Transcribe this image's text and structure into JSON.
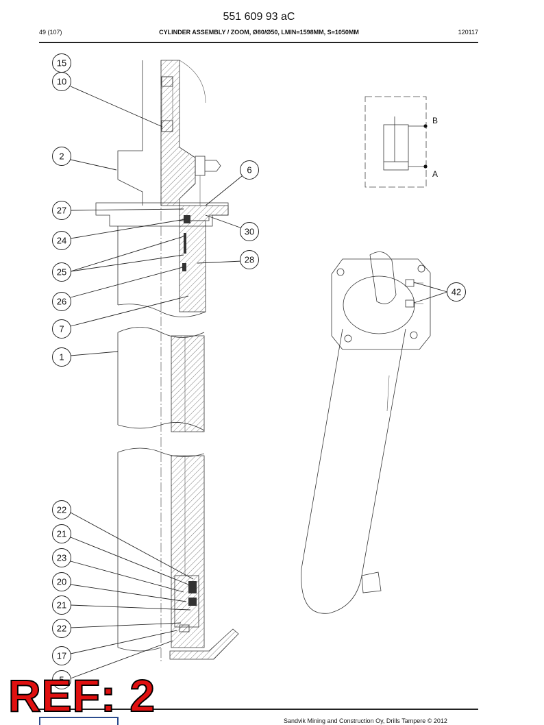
{
  "header": {
    "doc_number": "551 609 93 aC",
    "page_ref": "49 (107)",
    "title": "CYLINDER ASSEMBLY / ZOOM, Ø80/Ø50, LMIN=1598MM, S=1050MM",
    "date": "120117"
  },
  "callouts": [
    {
      "id": "c15",
      "label": "15"
    },
    {
      "id": "c10",
      "label": "10"
    },
    {
      "id": "c2",
      "label": "2"
    },
    {
      "id": "c6",
      "label": "6"
    },
    {
      "id": "c27",
      "label": "27"
    },
    {
      "id": "c30",
      "label": "30"
    },
    {
      "id": "c24",
      "label": "24"
    },
    {
      "id": "c28",
      "label": "28"
    },
    {
      "id": "c25",
      "label": "25"
    },
    {
      "id": "c26",
      "label": "26"
    },
    {
      "id": "c42",
      "label": "42"
    },
    {
      "id": "c7",
      "label": "7"
    },
    {
      "id": "c1",
      "label": "1"
    },
    {
      "id": "c22a",
      "label": "22"
    },
    {
      "id": "c21a",
      "label": "21"
    },
    {
      "id": "c23",
      "label": "23"
    },
    {
      "id": "c20",
      "label": "20"
    },
    {
      "id": "c21b",
      "label": "21"
    },
    {
      "id": "c22b",
      "label": "22"
    },
    {
      "id": "c17",
      "label": "17"
    },
    {
      "id": "c5",
      "label": "5"
    }
  ],
  "schematic": {
    "port_b": "B",
    "port_a": "A"
  },
  "stamp": {
    "text": "REF: 2",
    "color": "#e01010"
  },
  "footer": {
    "copyright": "Sandvik Mining and Construction Oy, Drills Tampere © 2012"
  }
}
